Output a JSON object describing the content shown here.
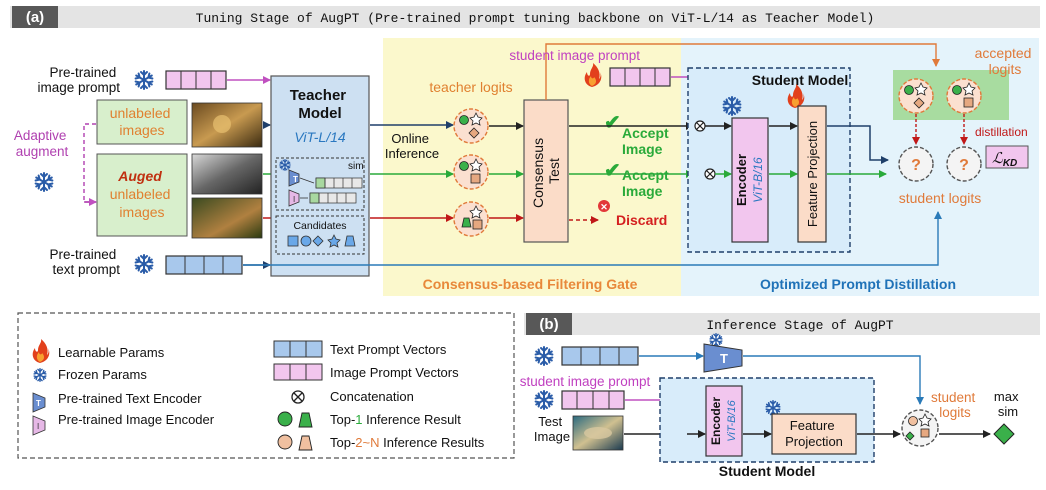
{
  "panel_a": {
    "tag": "(a)",
    "title": "Tuning Stage of AugPT (Pre-trained prompt tuning backbone on ViT-L/14 as Teacher Model)",
    "pretrained_image_prompt": [
      "Pre-trained",
      "image prompt"
    ],
    "adaptive_augment": [
      "Adaptive",
      "augment"
    ],
    "unlabeled_images": [
      "unlabeled",
      "images"
    ],
    "auged_images": [
      "Auged",
      "unlabeled",
      "images"
    ],
    "pretrained_text_prompt": [
      "Pre-trained",
      "text prompt"
    ],
    "teacher_model": {
      "title": [
        "Teacher",
        "Model"
      ],
      "backbone": "ViT-L/14",
      "sim": "sim",
      "candidates": "Candidates"
    },
    "online_inference": [
      "Online",
      "Inference"
    ],
    "teacher_logits": "teacher logits",
    "consensus_test": [
      "Consensus",
      "Test"
    ],
    "accept_image": [
      "Accept",
      "Image"
    ],
    "discard": "Discard",
    "student_image_prompt": "student image prompt",
    "student_model": {
      "title": "Student Model",
      "encoder": "Encoder",
      "backbone": "ViT-B/16",
      "feature_projection": "Feature Projection"
    },
    "accepted_logits": [
      "accepted",
      "logits"
    ],
    "distillation": "distillation",
    "kd_loss": "ℒ",
    "kd_sub": "KD",
    "student_logits": "student logits",
    "unknown": "?",
    "gate_label": "Consensus-based Filtering Gate",
    "distill_label": "Optimized Prompt Distillation"
  },
  "legend": {
    "learnable": "Learnable Params",
    "frozen": "Frozen Params",
    "text_encoder": "Pre-trained Text Encoder",
    "image_encoder": "Pre-trained Image Encoder",
    "text_vectors": "Text Prompt Vectors",
    "image_vectors": "Image Prompt Vectors",
    "concat": "Concatenation",
    "top1": [
      "Top-",
      "1",
      " Inference Result"
    ],
    "topn": [
      "Top-",
      "2~N",
      " Inference Results"
    ],
    "t": "T",
    "i": "I"
  },
  "panel_b": {
    "tag": "(b)",
    "title": "Inference Stage of AugPT",
    "student_image_prompt": "student image prompt",
    "test_image": [
      "Test",
      "Image"
    ],
    "encoder": "Encoder",
    "backbone": "ViT-B/16",
    "feature_projection": [
      "Feature",
      "Projection"
    ],
    "student_model": "Student Model",
    "student_logits": [
      "student",
      "logits"
    ],
    "max_sim": [
      "max",
      "sim"
    ],
    "t": "T"
  },
  "colors": {
    "orange": "#e07a3a",
    "green": "#2aaa3a",
    "red": "#d42020",
    "blue": "#2468b8",
    "purple": "#b040b0",
    "pink_box": "#f2c6ee",
    "blue_box": "#a8c8ec"
  }
}
